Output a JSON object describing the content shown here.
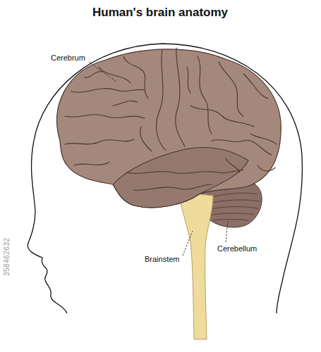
{
  "diagram": {
    "title": "Human's brain anatomy",
    "labels": [
      "Cerebrum",
      "Brainstem",
      "Cerebellum",
      "358462632"
    ]
  }
}
